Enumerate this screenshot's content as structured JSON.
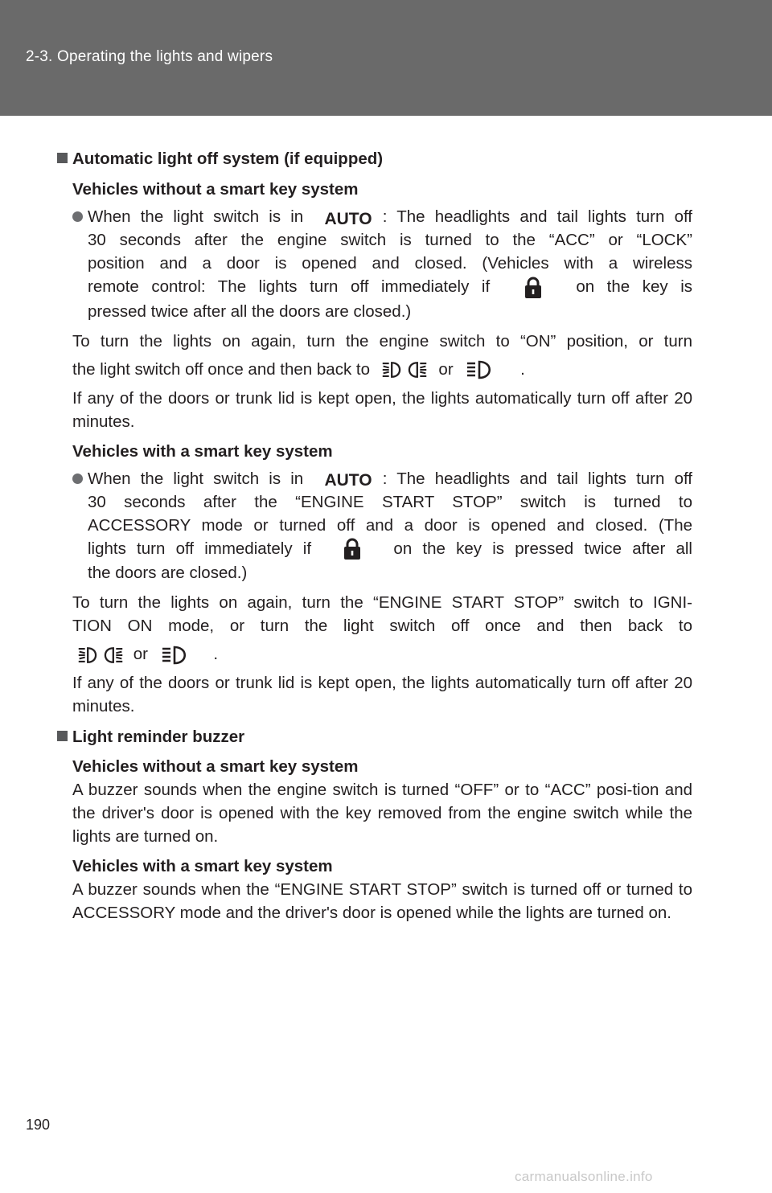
{
  "header": {
    "section_title": "2-3. Operating the lights and wipers"
  },
  "page_number": "190",
  "footer_watermark": "carmanualsonline.info",
  "icons": {
    "auto": "AUTO",
    "lock": "lock-icon",
    "headlight": "headlight-icon",
    "tail_light": "tail-light-icon"
  },
  "colors": {
    "header_bg": "#6a6a6a",
    "text": "#231f20",
    "bullet": "#6d6e71"
  },
  "sections": {
    "auto_off": {
      "heading": "Automatic light off system (if equipped)",
      "no_smart": {
        "subheading": "Vehicles without a smart key system",
        "bullet_pre": "When the light switch is in",
        "bullet_post": ": The headlights and tail lights turn off",
        "bullet_l2": "30 seconds after the engine switch is turned to the “ACC” or “LOCK”",
        "bullet_l3": "position and a door is opened and closed. (Vehicles with a wireless",
        "bullet_l4_pre": "remote control: The lights turn off immediately if",
        "bullet_l4_post": "on the key is",
        "bullet_l5": "pressed twice after all the doors are closed.)",
        "again_l1": "To turn the lights on again, turn the engine switch to “ON” position, or turn",
        "again_l2_pre": "the light switch off once and then back to",
        "or": "or",
        "period": ".",
        "open_note": "If any of the doors or trunk lid is kept open, the lights automatically turn off after 20 minutes."
      },
      "smart": {
        "subheading": "Vehicles with a smart key system",
        "bullet_pre": "When the light switch is in",
        "bullet_post": ": The headlights and tail lights turn off",
        "bullet_l2": "30 seconds after the “ENGINE START STOP” switch is turned to",
        "bullet_l3": "ACCESSORY mode or turned off and a door is opened and closed. (The",
        "bullet_l4_pre": "lights turn off immediately if",
        "bullet_l4_post": "on the key is pressed twice after all",
        "bullet_l5": "the doors are closed.)",
        "again_l1": "To turn the lights on again, turn the “ENGINE START STOP” switch to IGNI-",
        "again_l2": "TION ON mode, or turn the light switch off once and then back to",
        "or": "or",
        "period": ".",
        "open_note": "If any of the doors or trunk lid is kept open, the lights automatically turn off after 20 minutes."
      }
    },
    "buzzer": {
      "heading": "Light reminder buzzer",
      "no_smart_sub": "Vehicles without a smart key system",
      "no_smart_text": "A buzzer sounds when the engine switch is turned “OFF” or to “ACC” posi-tion and the driver's door is opened with the key removed from the engine switch while the lights are turned on.",
      "smart_sub": "Vehicles with a smart key system",
      "smart_text": "A buzzer sounds when the “ENGINE START STOP” switch is turned off or turned to ACCESSORY mode and the driver's door is opened while the lights are turned on."
    }
  }
}
